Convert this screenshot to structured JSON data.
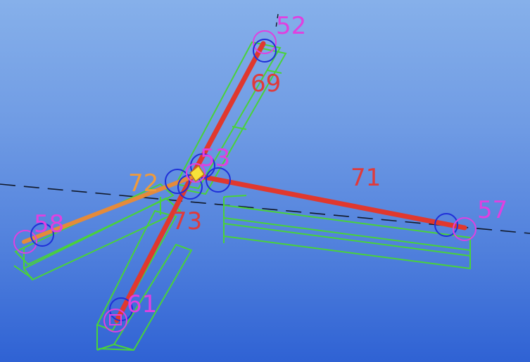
{
  "viewport": {
    "members": [
      {
        "id": "69",
        "label": "69",
        "color": "#e0382e"
      },
      {
        "id": "71",
        "label": "71",
        "color": "#e0382e"
      },
      {
        "id": "72",
        "label": "72",
        "color": "#e58a3a"
      },
      {
        "id": "73",
        "label": "73",
        "color": "#e0382e"
      }
    ],
    "nodes": [
      {
        "id": "52",
        "label": "52"
      },
      {
        "id": "53",
        "label": "53"
      },
      {
        "id": "57",
        "label": "57"
      },
      {
        "id": "58",
        "label": "58"
      },
      {
        "id": "61",
        "label": "61"
      }
    ],
    "colors": {
      "member_red": "#e0382e",
      "member_orange": "#e58a3a",
      "section_outline": "#49d23a",
      "node_circle_magenta": "#e040e0",
      "node_circle_blue": "#1f2fd8",
      "selected_node": "#f6e23a",
      "axis_line": "#101828"
    }
  }
}
